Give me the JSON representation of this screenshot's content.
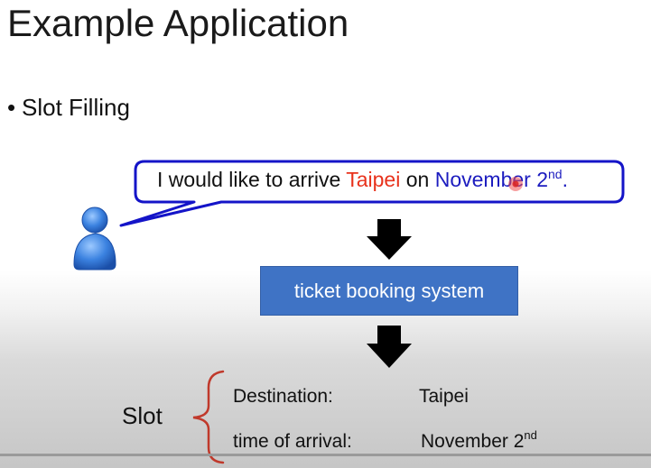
{
  "slide": {
    "title": "Example Application",
    "bullet": "Slot Filling"
  },
  "utterance": {
    "part1": "I would like to arrive ",
    "city": "Taipei",
    "part2": " on ",
    "date": "November 2",
    "date_suffix": "nd",
    "end": "."
  },
  "system": {
    "label": "ticket booking system"
  },
  "slots": {
    "label": "Slot",
    "destination_label": "Destination:",
    "destination_value": "Taipei",
    "arrival_label": "time of arrival:",
    "arrival_value": "November 2",
    "arrival_suffix": "nd"
  },
  "colors": {
    "city": "#e8321c",
    "date": "#1c1cbf",
    "bubble_border": "#1414c8",
    "system_box": "#3f73c5",
    "brace": "#c0392b",
    "user_icon": "#3b82e0"
  },
  "icons": {
    "user": "user-icon",
    "arrow": "down-arrow-icon"
  }
}
